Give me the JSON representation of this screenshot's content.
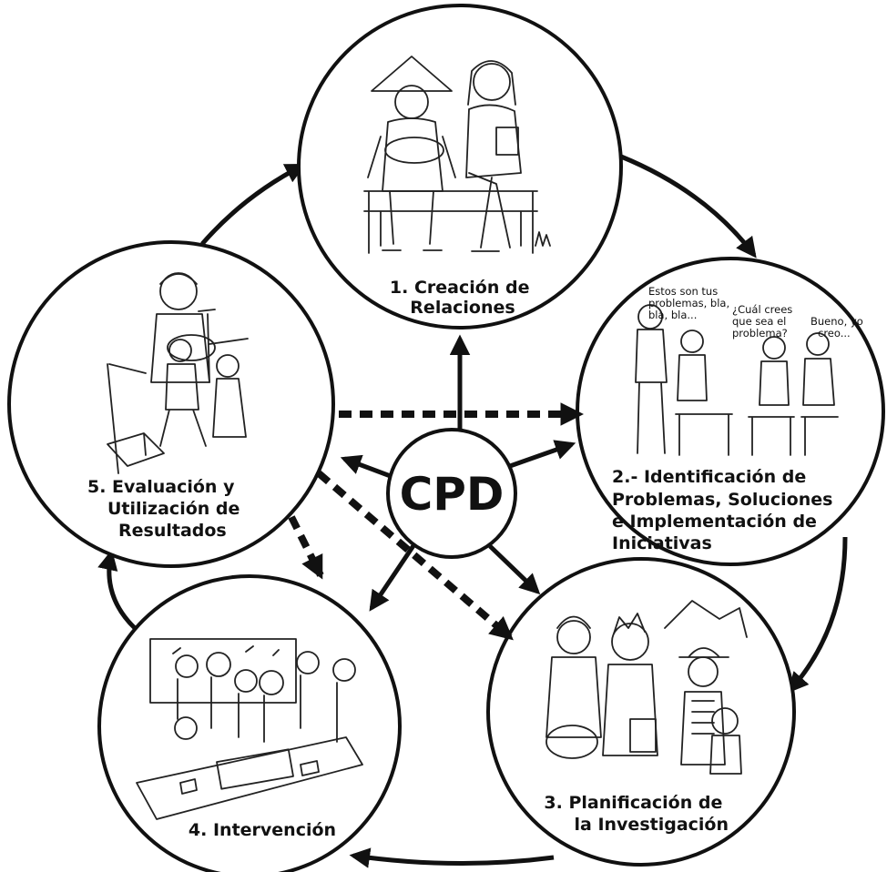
{
  "center": {
    "label": "CPD"
  },
  "stages": [
    {
      "id": "1",
      "lines": [
        "1. Creación de",
        "Relaciones"
      ]
    },
    {
      "id": "2",
      "lines": [
        "2.- Identificación de",
        "Problemas, Soluciones",
        "e Implementación de",
        "Iniciativas"
      ],
      "bubbles": [
        [
          "Estos son tus",
          "problemas, bla,",
          "bla, bla..."
        ],
        [
          "¿Cuál crees",
          "que sea el",
          "problema?"
        ],
        [
          "Bueno, yo",
          "creo..."
        ]
      ]
    },
    {
      "id": "3",
      "lines": [
        "3. Planificación de",
        "la Investigación"
      ]
    },
    {
      "id": "4",
      "lines": [
        "4. Intervención"
      ]
    },
    {
      "id": "5",
      "lines": [
        "5. Evaluación y",
        "Utilización de",
        "Resultados"
      ]
    }
  ]
}
